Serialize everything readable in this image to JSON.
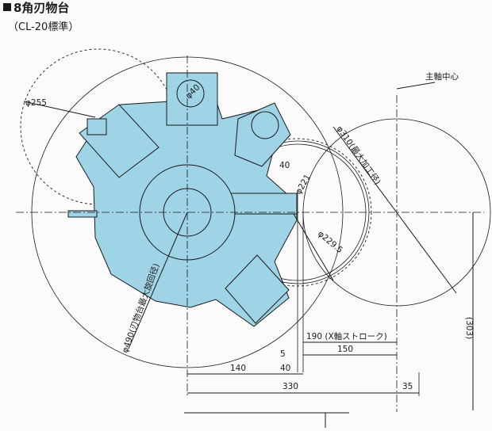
{
  "title": "8角刃物台",
  "subtitle": "（CL-20標準）",
  "labels": {
    "spindle_center": "主軸中心",
    "d255": "φ255",
    "d40_top": "φ40",
    "d310": "φ310(最大加工径)",
    "d40_side": "40",
    "d221": "φ221",
    "d229_5": "φ229.5",
    "d490": "φ490(刃物台最大旋回径)",
    "x_stroke": "190 (X軸ストローク)",
    "d150": "150",
    "d5": "5",
    "d40_bottom": "40",
    "d140": "140",
    "d330": "330",
    "d35": "35",
    "d303": "(303)"
  },
  "colors": {
    "turret_fill": "#9fd3e6",
    "ink": "#1a1a1a",
    "background": "#fbfbfb"
  }
}
